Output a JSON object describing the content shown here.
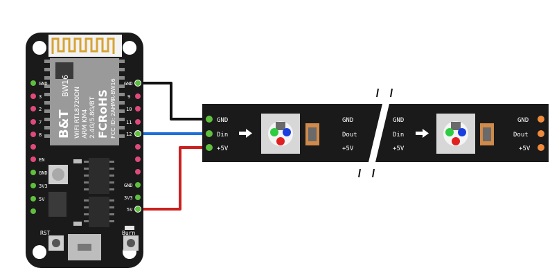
{
  "board": {
    "brand": "B&T",
    "model": "BW16",
    "chip_lines": [
      "WIFI RTL8720DN",
      "ARM KM4",
      "2.4G/5.8G/BT"
    ],
    "certification": "FCRoHS",
    "fcc_id": "FCC ID: 2AHMR-BW16",
    "left_pins": [
      "GND",
      "3",
      "2",
      "7",
      "8",
      "",
      "EN",
      "GND",
      "3V3",
      "5V"
    ],
    "right_pins": [
      "GND",
      "9",
      "10",
      "11",
      "12",
      "",
      "",
      "GND",
      "3V3",
      "5V"
    ],
    "rst_label": "RST",
    "burn_label": "Burn"
  },
  "strip": {
    "input_labels": [
      "GND",
      "Din",
      "+5V"
    ],
    "output_labels": [
      "GND",
      "Dout",
      "+5V"
    ],
    "second_input_labels": [
      "GND",
      "Din",
      "+5V"
    ],
    "end_labels": [
      "GND",
      "Dout",
      "+5V"
    ]
  },
  "wires": [
    {
      "from": "GND",
      "to": "GND",
      "color": "#111111"
    },
    {
      "from": "12",
      "to": "Din",
      "color": "#1e6fd8"
    },
    {
      "from": "5V",
      "to": "+5V",
      "color": "#cc1f1f"
    }
  ],
  "colors": {
    "board": "#1a1a1a",
    "strip": "#1a1a1a",
    "pad_green": "#5fbf3f",
    "pad_orange": "#f08a3c",
    "led_red": "#e02020",
    "led_green": "#2ecc40",
    "led_blue": "#1a3de0"
  }
}
